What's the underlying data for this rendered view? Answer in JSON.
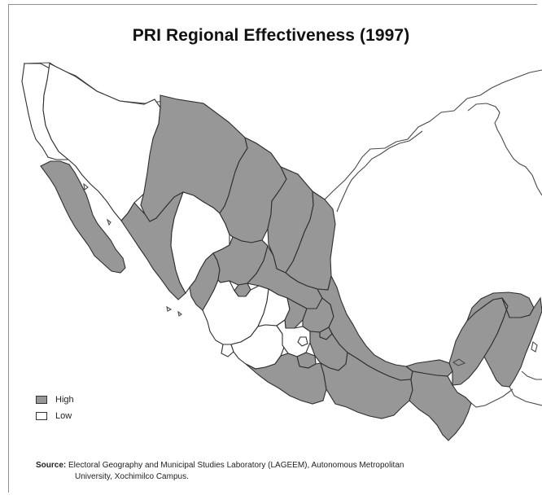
{
  "map": {
    "title": "PRI Regional Effectiveness (1997)"
  },
  "legend": {
    "high_label": "High",
    "low_label": "Low"
  },
  "source": {
    "label": "Source:",
    "line1": "Electoral Geography and Municipal Studies Laboratory (LAGEEM), Autonomous Metropolitan",
    "line2": "University, Xochimilco Campus."
  },
  "colors": {
    "high": "#979797",
    "low": "#ffffff",
    "outline": "#2f2f2f"
  }
}
